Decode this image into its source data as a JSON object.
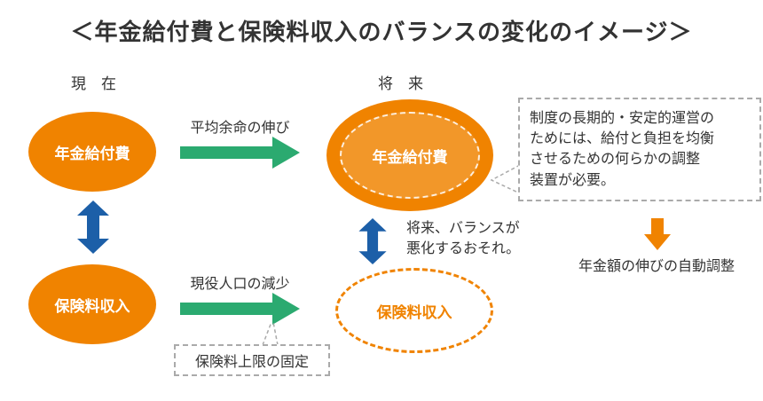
{
  "title": "＜年金給付費と保険料収入のバランスの変化のイメージ＞",
  "labels": {
    "present": "現　在",
    "future": "将　来"
  },
  "diagram": {
    "present_benefit": "年金給付費",
    "present_premium": "保険料収入",
    "future_benefit": "年金給付費",
    "future_premium": "保険料収入",
    "arrow_top_label": "平均余命の伸び",
    "arrow_bottom_label": "現役人口の減少"
  },
  "notes": {
    "balance_warning": "将来、バランスが\n悪化するおそれ。",
    "premium_cap": "保険料上限の固定",
    "adjustment_need": "制度の長期的・安定的運営の\nためには、給付と負担を均衡\nさせるための何らかの調整\n装置が必要。",
    "auto_adjustment": "年金額の伸びの自動調整"
  },
  "colors": {
    "orange": "#F08300",
    "green": "#2BAA70",
    "blue": "#1C5FA8",
    "text": "#333333",
    "dashed_border": "#AAAAAA"
  }
}
